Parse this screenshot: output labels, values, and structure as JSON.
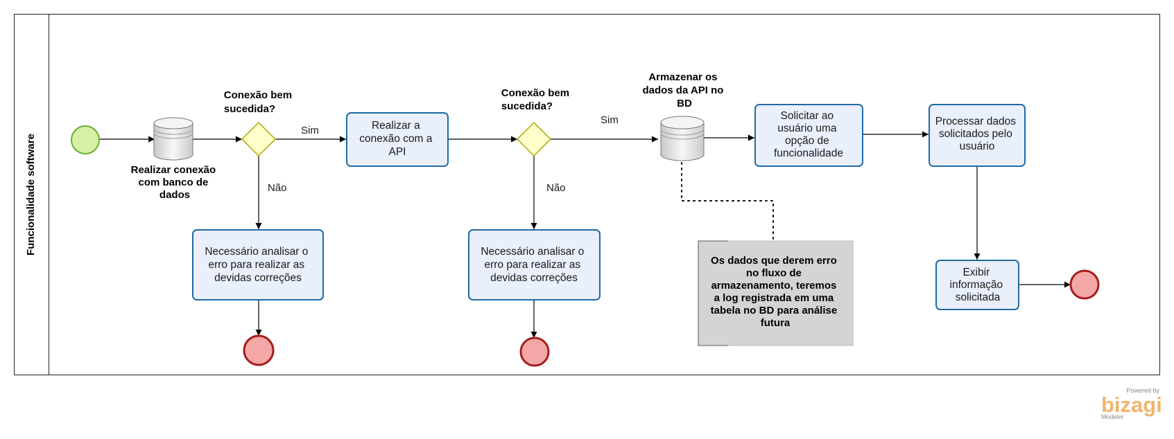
{
  "pool": {
    "label": "Funcionalidade software"
  },
  "tasks": {
    "connect_api": [
      "Realizar a",
      "conexão com a",
      "API"
    ],
    "analyze_error_1": [
      "Necessário analisar o",
      "erro  para realizar as",
      "devidas correções"
    ],
    "analyze_error_2": [
      "Necessário analisar o",
      "erro  para realizar as",
      "devidas correções"
    ],
    "request_option": [
      "Solicitar ao",
      "usuário  uma",
      "opção  de",
      "funcionalidade"
    ],
    "process_data": [
      "Processar dados",
      "solicitados pelo",
      "usuário"
    ],
    "show_info": [
      "Exibir",
      "informação",
      "solicitada"
    ]
  },
  "data_stores": {
    "db_connection": [
      "Realizar conexão",
      "com banco de",
      "dados"
    ],
    "store_api_data": [
      "Armazenar os",
      "dados da API no",
      "BD"
    ]
  },
  "gateways": {
    "gateway_1": [
      "Conexão bem",
      "sucedida?"
    ],
    "gateway_2": [
      "Conexão bem",
      "sucedida?"
    ]
  },
  "flow_labels": {
    "yes_1": "Sim",
    "no_1": "Não",
    "yes_2": "Sim",
    "no_2": "Não"
  },
  "annotation": {
    "lines": [
      "Os dados que derem erro",
      "no fluxo de",
      "armazenamento, teremos",
      "a log registrada  em uma",
      "tabela no BD para análise",
      "futura"
    ]
  },
  "branding": {
    "powered_by": "Powered by",
    "logo": "bizagi",
    "product": "Modeler"
  },
  "colors": {
    "task_fill": "#e9effb",
    "task_stroke": "#1f6aa5",
    "start_fill": "#d7f0a6",
    "start_stroke": "#6aae2a",
    "end_fill": "#f3a7a7",
    "end_stroke": "#a61c1c",
    "gateway_fill": "#ffffcc",
    "gateway_stroke": "#a8a800",
    "annotation_fill": "#d4d4d4",
    "brand": "#f0b56e"
  }
}
